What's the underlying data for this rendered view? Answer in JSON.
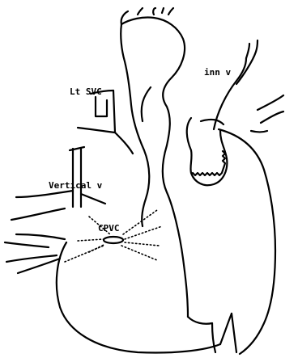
{
  "labels": {
    "lt_svc": "Lt SVC",
    "inn_v": "inn v",
    "vertical_v": "Vertical v",
    "cpvc": "CPVC"
  },
  "colors": {
    "ink": "#000000",
    "background": "#ffffff"
  }
}
